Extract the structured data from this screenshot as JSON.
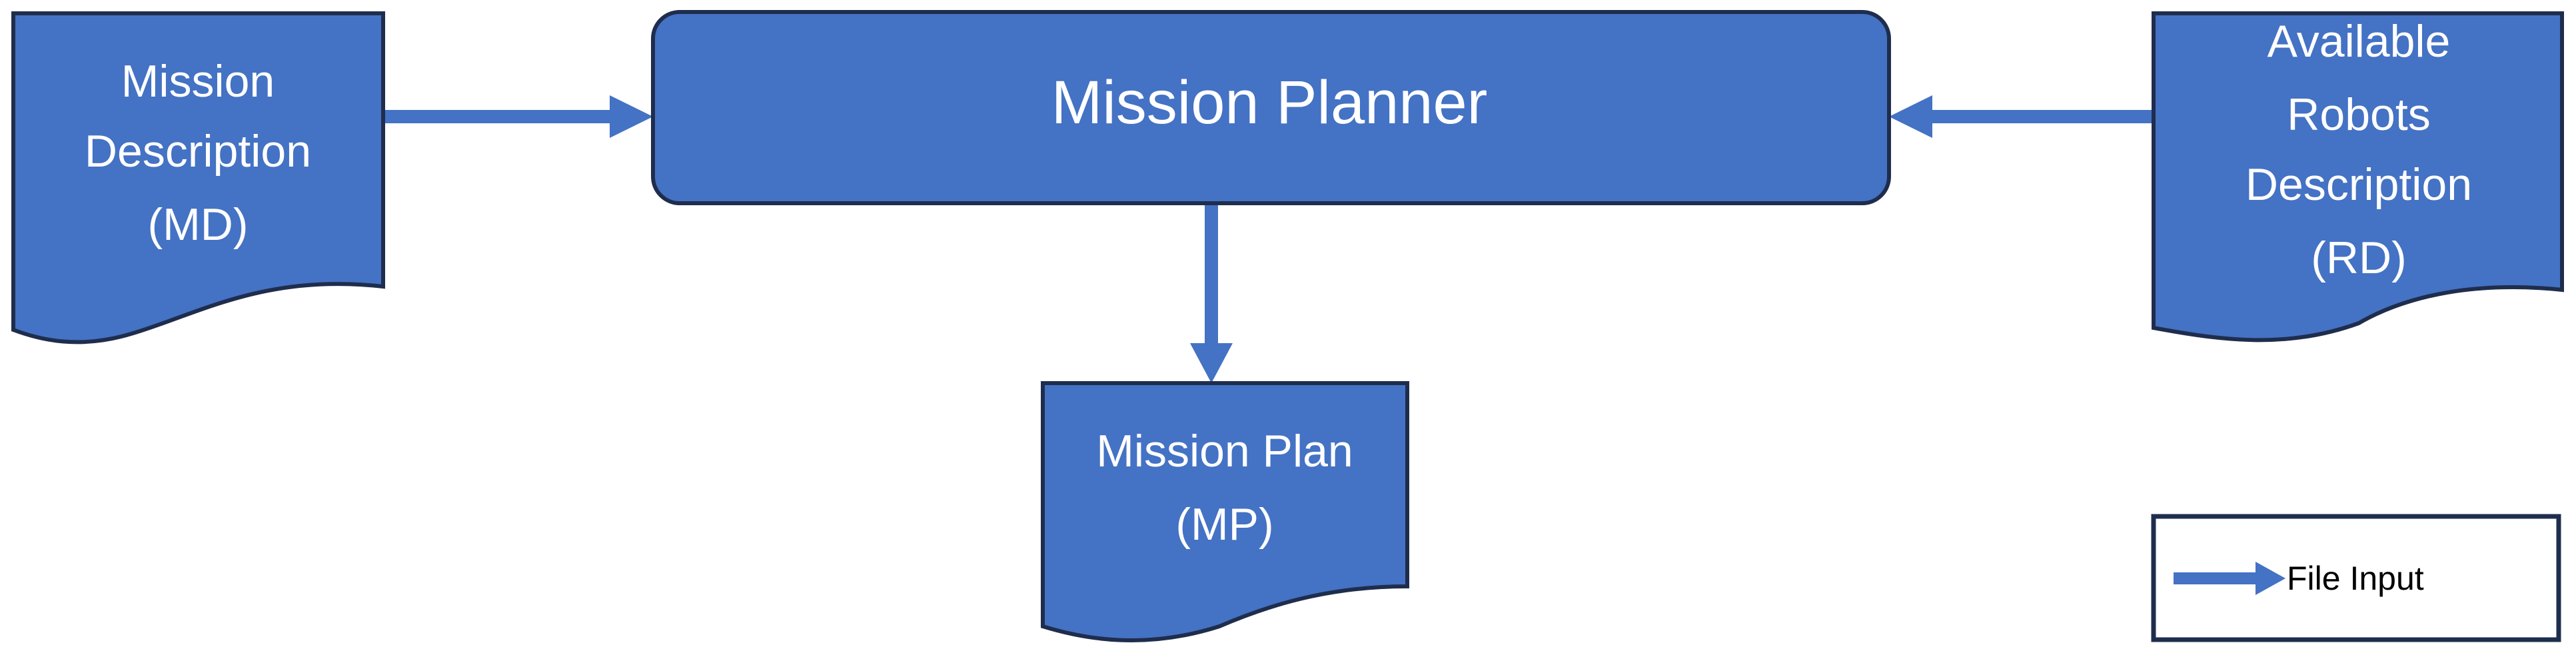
{
  "colors": {
    "fill": "#4472C4",
    "stroke": "#1F2D4D",
    "arrow": "#4472C4",
    "text": "#FFFFFF",
    "legend_border": "#1F2D4D",
    "legend_text": "#000000"
  },
  "nodes": {
    "mission_description": {
      "shape": "document",
      "lines": [
        "Mission",
        "Description",
        "(MD)"
      ]
    },
    "mission_planner": {
      "shape": "rounded-rectangle",
      "label": "Mission Planner"
    },
    "robots_description": {
      "shape": "document",
      "lines": [
        "Available",
        "Robots",
        "Description",
        "(RD)"
      ]
    },
    "mission_plan": {
      "shape": "document",
      "lines": [
        "Mission Plan",
        "(MP)"
      ]
    }
  },
  "edges": [
    {
      "from": "mission_description",
      "to": "mission_planner"
    },
    {
      "from": "robots_description",
      "to": "mission_planner"
    },
    {
      "from": "mission_planner",
      "to": "mission_plan"
    }
  ],
  "legend": {
    "label": "File Input",
    "icon": "arrow-right-icon"
  }
}
